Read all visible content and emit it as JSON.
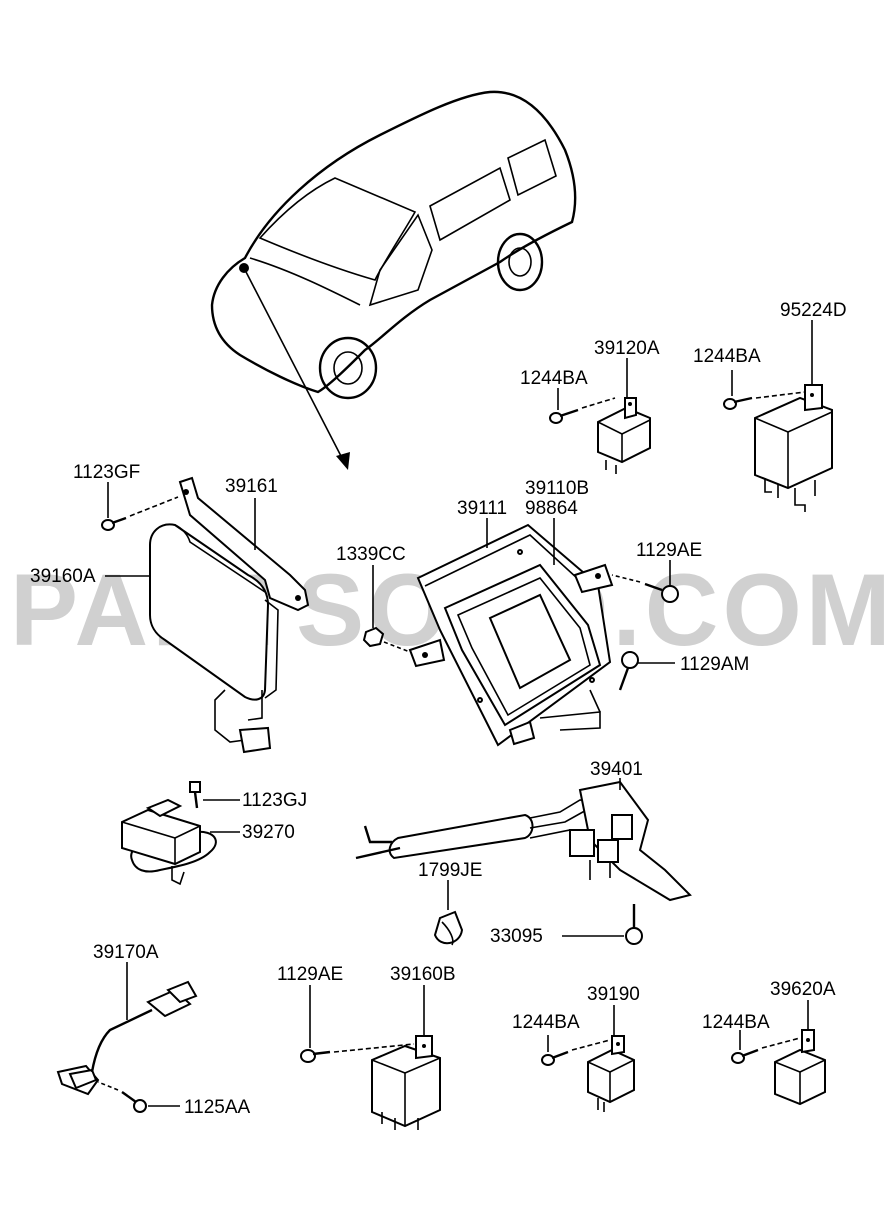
{
  "watermark": "PARTSOUQ.COM",
  "labels": {
    "p95224D": "95224D",
    "p39120A": "39120A",
    "p1244BA_a": "1244BA",
    "p1244BA_b": "1244BA",
    "p1123GF": "1123GF",
    "p39161": "39161",
    "p39160A": "39160A",
    "p39111": "39111",
    "p39110B": "39110B",
    "p98864": "98864",
    "p1339CC": "1339CC",
    "p1129AE_a": "1129AE",
    "p1129AM": "1129AM",
    "p1123GJ": "1123GJ",
    "p39270": "39270",
    "p39401": "39401",
    "p1799JE": "1799JE",
    "p33095": "33095",
    "p39170A": "39170A",
    "p1129AE_b": "1129AE",
    "p39160B": "39160B",
    "p39190": "39190",
    "p1244BA_c": "1244BA",
    "p39620A": "39620A",
    "p1244BA_d": "1244BA",
    "p1125AA": "1125AA"
  }
}
